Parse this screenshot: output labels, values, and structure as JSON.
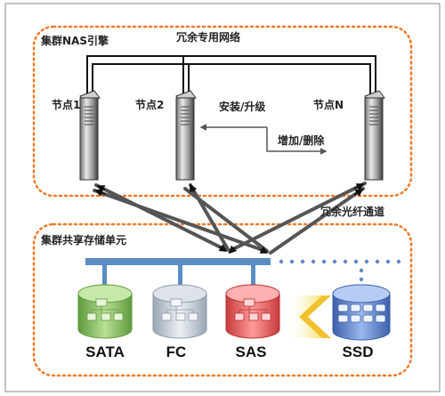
{
  "cluster": {
    "title": "集群NAS引擎",
    "network_label": "冗余专用网络",
    "upgrade_label": "安装/升级",
    "add_remove_label": "增加/删除",
    "fiber_label": "冗余光纤通道",
    "nodes": [
      {
        "label": "节点1"
      },
      {
        "label": "节点2"
      },
      {
        "label": "节点N"
      }
    ]
  },
  "storage": {
    "title": "集群共享存储单元",
    "drives": [
      {
        "label": "SATA",
        "color": "#8ec06a"
      },
      {
        "label": "FC",
        "color": "#c9d3dc"
      },
      {
        "label": "SAS",
        "color": "#e86464"
      }
    ],
    "ssd_label": "SSD"
  },
  "colors": {
    "frame": "#f07a2a",
    "bus": "#5b8cc4",
    "arrow": "#555555",
    "highlight": "#f2c12e"
  }
}
